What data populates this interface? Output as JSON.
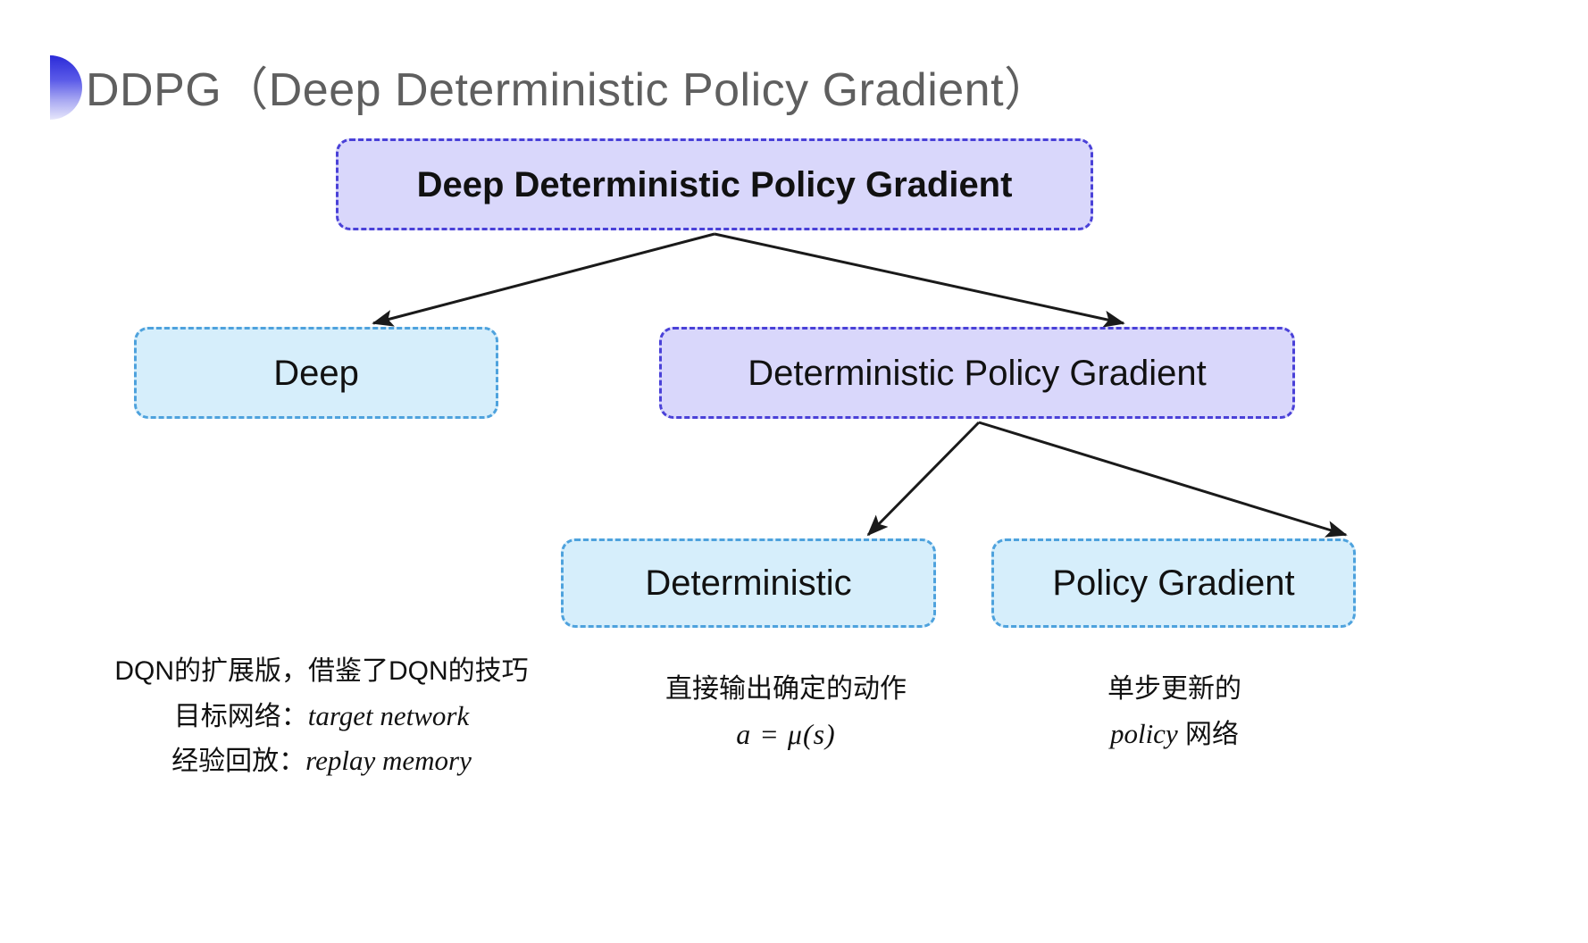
{
  "slide": {
    "title": "DDPG（Deep Deterministic Policy Gradient）",
    "background": "#ffffff",
    "bullet_icon": "half-circle-gradient-icon"
  },
  "colors": {
    "purple_fill": "#d9d7fb",
    "purple_border": "#4a41d8",
    "blue_fill": "#d6eefb",
    "blue_border": "#4ea2dd",
    "title_text": "#5f5f5f",
    "body_text": "#111111",
    "arrow": "#1a1a1a"
  },
  "diagram": {
    "type": "tree",
    "nodes": {
      "root": {
        "label": "Deep Deterministic Policy Gradient",
        "style": "purple"
      },
      "deep": {
        "label": "Deep",
        "style": "blue"
      },
      "dpg": {
        "label": "Deterministic Policy Gradient",
        "style": "purple"
      },
      "deterministic": {
        "label": "Deterministic",
        "style": "blue"
      },
      "policy_gradient": {
        "label": "Policy Gradient",
        "style": "blue"
      }
    },
    "edges": [
      {
        "from": "root",
        "to": "deep"
      },
      {
        "from": "root",
        "to": "dpg"
      },
      {
        "from": "dpg",
        "to": "deterministic"
      },
      {
        "from": "dpg",
        "to": "policy_gradient"
      }
    ]
  },
  "annotations": {
    "deep": {
      "line1": "DQN的扩展版，借鉴了DQN的技巧",
      "line2_label": "目标网络：",
      "line2_value": "target network",
      "line3_label": "经验回放：",
      "line3_value": "replay memory"
    },
    "deterministic": {
      "line1": "直接输出确定的动作",
      "formula": "a = μ(s)"
    },
    "policy_gradient": {
      "line1": "单步更新的",
      "line2_value": "policy",
      "line2_suffix": " 网络"
    }
  }
}
